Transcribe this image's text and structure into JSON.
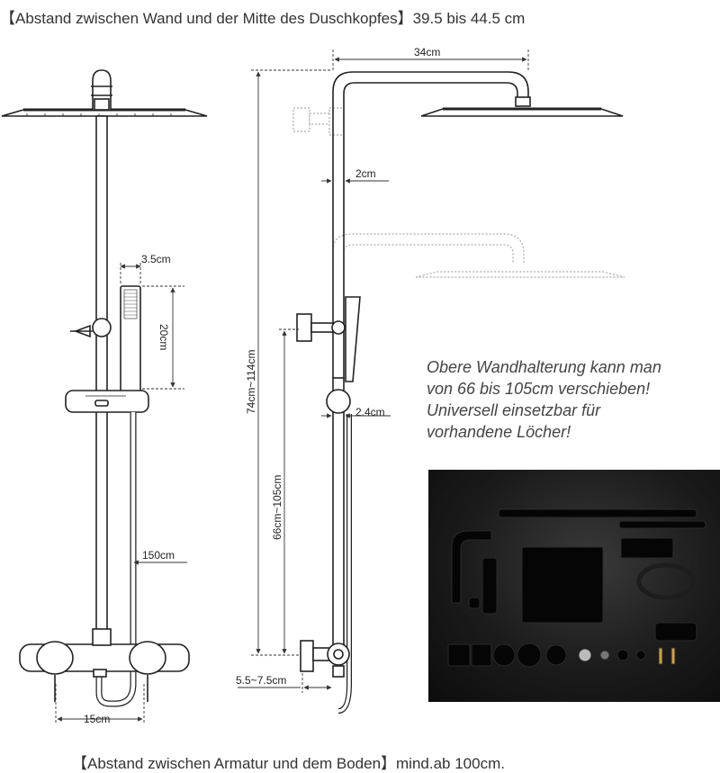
{
  "captions": {
    "top": "【Abstand zwischen Wand und der Mitte des Duschkopfes】39.5 bis 44.5 cm",
    "bottom": "【Abstand zwischen Armatur und dem Boden】mind.ab 100cm."
  },
  "dimensions": {
    "hand_shower_width": "3.5cm",
    "hand_shower_length": "20cm",
    "hose_length": "150cm",
    "inlet_spacing": "15cm",
    "arm_length": "34cm",
    "pipe_diameter": "2cm",
    "slider_diameter": "2.4cm",
    "total_height": "74cm~114cm",
    "bracket_range": "66cm~105cm",
    "wall_offset": "5.5~7.5cm"
  },
  "note": {
    "lines": [
      "Obere Wandhalterung kann man",
      "von 66 bis 105cm verschieben!",
      "Universell einsetzbar für",
      "vorhandene Löcher!"
    ]
  },
  "colors": {
    "line": "#222222",
    "dimension": "#333333",
    "ghost": "#bbbbbb",
    "photo_background": "#151515",
    "product": "#0a0a0a"
  }
}
